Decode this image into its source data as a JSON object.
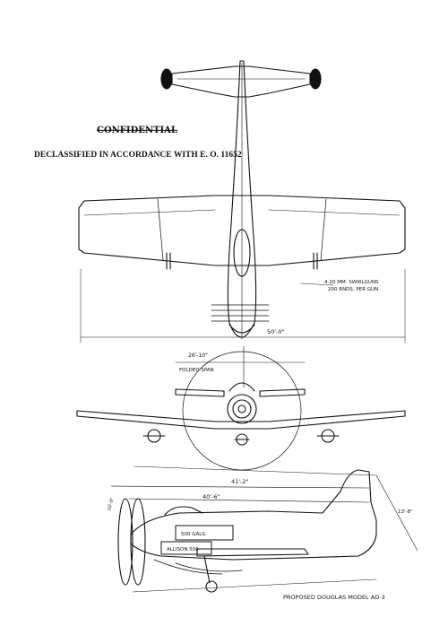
{
  "stamp": {
    "classification": "CONFIDENTIAL",
    "declassified": "DECLASSIFIED IN ACCORDANCE WITH E. O. 11652"
  },
  "plan_view": {
    "span_dim": "50'-0\"",
    "gun_note_1": "4-20 MM. SWIRLGUNS",
    "gun_note_2": "200 RNDS. PER GUN"
  },
  "front_view": {
    "folded_span_dim": "26'-10\"",
    "folded_span_label": "FOLDED SPAN"
  },
  "side_view": {
    "length_dim_1": "41'-2\"",
    "length_dim_2": "40'-6\"",
    "height_dim": "13'-8\"",
    "prop_dim": "10'-0\"",
    "fuel_label": "500 GALS.",
    "engine_label": "ALLISON 500",
    "caption": "PROPOSED DOUGLAS MODEL AD-3"
  },
  "colors": {
    "ink": "#111111",
    "paper": "#ffffff"
  }
}
